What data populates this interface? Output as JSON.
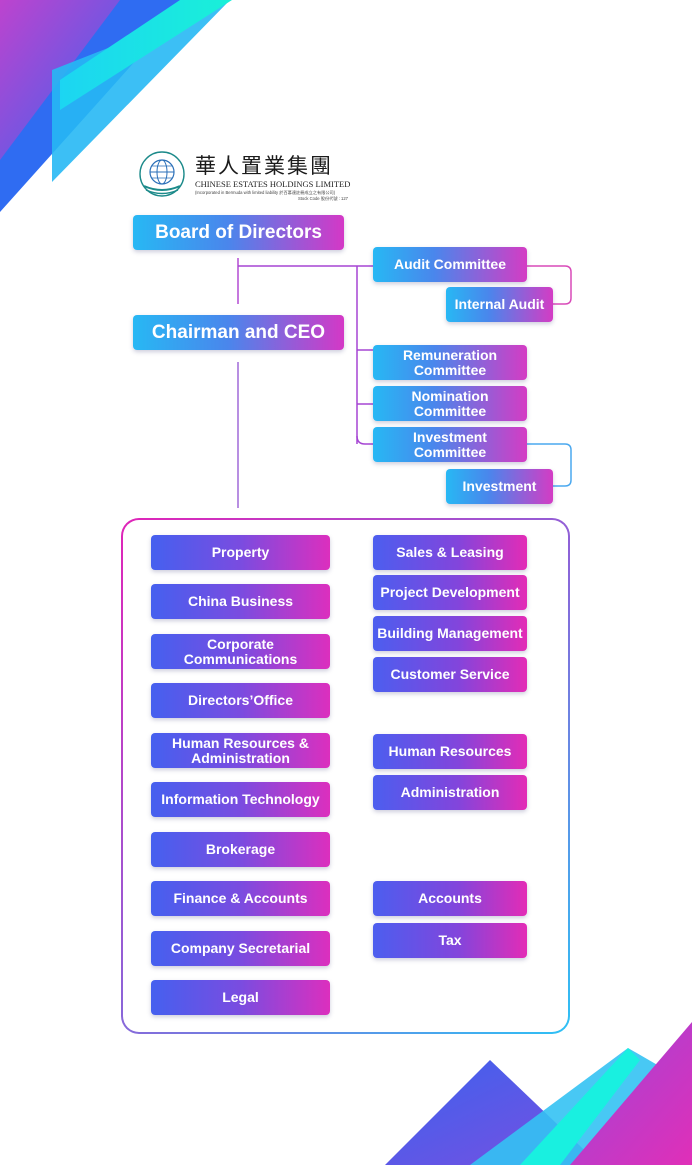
{
  "logo": {
    "chinese_name": "華人置業集團",
    "english_name": "CHINESE ESTATES HOLDINGS LIMITED",
    "incorporation": "(Incorporated in Bermuda with limited liability 於百慕達註冊成立之有限公司)",
    "stock_code": "Stock Code 股份代號 : 127"
  },
  "top": {
    "board": "Board of Directors",
    "chairman": "Chairman and CEO"
  },
  "committees": {
    "audit": "Audit Committee",
    "internal_audit": "Internal Audit",
    "remuneration": "Remuneration Committee",
    "nomination": "Nomination Committee",
    "investment_committee": "Investment Committee",
    "investment": "Investment"
  },
  "departments": {
    "property": "Property",
    "china_business": "China Business",
    "corporate_communications": "Corporate Communications",
    "directors_office": "Directors’Office",
    "hr_admin": "Human Resources & Administration",
    "it": "Information Technology",
    "brokerage": "Brokerage",
    "finance_accounts": "Finance & Accounts",
    "company_secretarial": "Company Secretarial",
    "legal": "Legal"
  },
  "sub_units": {
    "sales_leasing": "Sales & Leasing",
    "project_development": "Project Development",
    "building_management": "Building Management",
    "customer_service": "Customer Service",
    "human_resources": "Human Resources",
    "administration": "Administration",
    "accounts": "Accounts",
    "tax": "Tax"
  },
  "colors": {
    "cyan": "#27b8f4",
    "blue": "#4560ef",
    "magenta": "#dc2fbe",
    "connector_purple": "#a545d3",
    "connector_blue": "#4aa8ef"
  }
}
